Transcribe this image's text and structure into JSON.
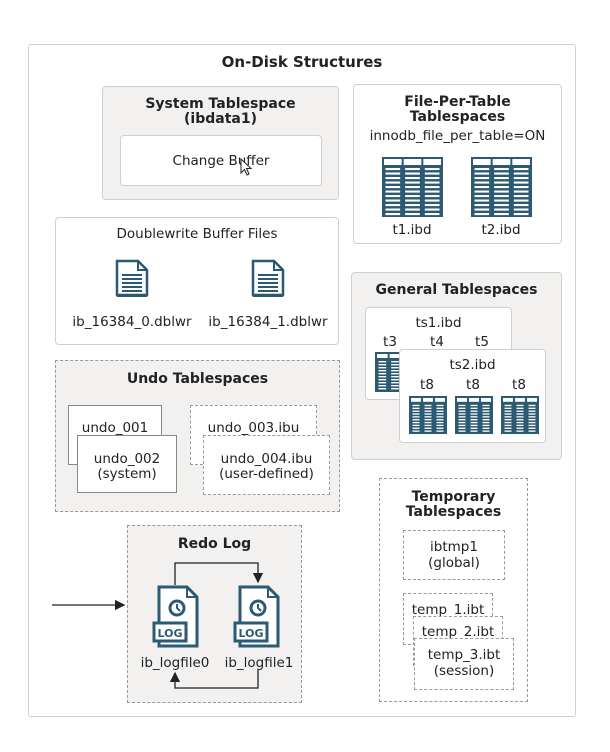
{
  "title": "On-Disk Structures",
  "colors": {
    "icon": "#2b5a72",
    "panel": "#f2f1f0",
    "border": "#cfcfcf",
    "dashed": "#9a9a9a"
  },
  "system": {
    "title": "System Tablespace",
    "subtitle": "(ibdata1)",
    "change_buffer": "Change Buffer"
  },
  "file_per_table": {
    "title1": "File-Per-Table",
    "title2": "Tablespaces",
    "setting": "innodb_file_per_table=ON",
    "files": [
      "t1.ibd",
      "t2.ibd"
    ]
  },
  "doublewrite": {
    "title": "Doublewrite Buffer Files",
    "files": [
      "ib_16384_0.dblwr",
      "ib_16384_1.dblwr"
    ]
  },
  "general": {
    "title": "General Tablespaces",
    "ts1": {
      "name": "ts1.ibd",
      "tables": [
        "t3",
        "t4",
        "t5"
      ]
    },
    "ts2": {
      "name": "ts2.ibd",
      "tables": [
        "t8",
        "t8",
        "t8"
      ]
    }
  },
  "undo": {
    "title": "Undo Tablespaces",
    "u1": "undo_001",
    "u2": "undo_002",
    "u2_note": "(system)",
    "u3": "undo_003.ibu",
    "u4": "undo_004.ibu",
    "u4_note": "(user-defined)"
  },
  "redo": {
    "title": "Redo Log",
    "files": [
      "ib_logfile0",
      "ib_logfile1"
    ],
    "icon_label": "LOG"
  },
  "temporary": {
    "title1": "Temporary",
    "title2": "Tablespaces",
    "global": "ibtmp1",
    "global_note": "(global)",
    "t1": "temp_1.ibt",
    "t2": "temp_2.ibt",
    "t3": "temp_3.ibt",
    "t3_note": "(session)"
  }
}
